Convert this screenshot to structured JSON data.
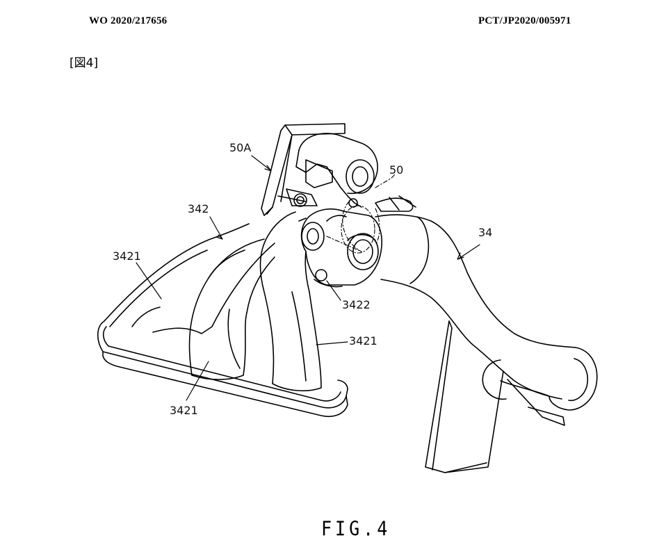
{
  "header": {
    "publication_number": "WO 2020/217656",
    "application_number": "PCT/JP2020/005971"
  },
  "figure_tag": {
    "open_bracket": "[",
    "label": "図4",
    "close_bracket": "]"
  },
  "reference_labels": {
    "bracket_50a": "50A",
    "sensor_50": "50",
    "pipe_34": "34",
    "manifold_342": "342",
    "branch_left": "3421",
    "branch_front": "3421",
    "branch_right": "3421",
    "collector_3422": "3422"
  },
  "caption": "FIG.4",
  "colors": {
    "ink": "#000000",
    "paper": "#ffffff"
  }
}
